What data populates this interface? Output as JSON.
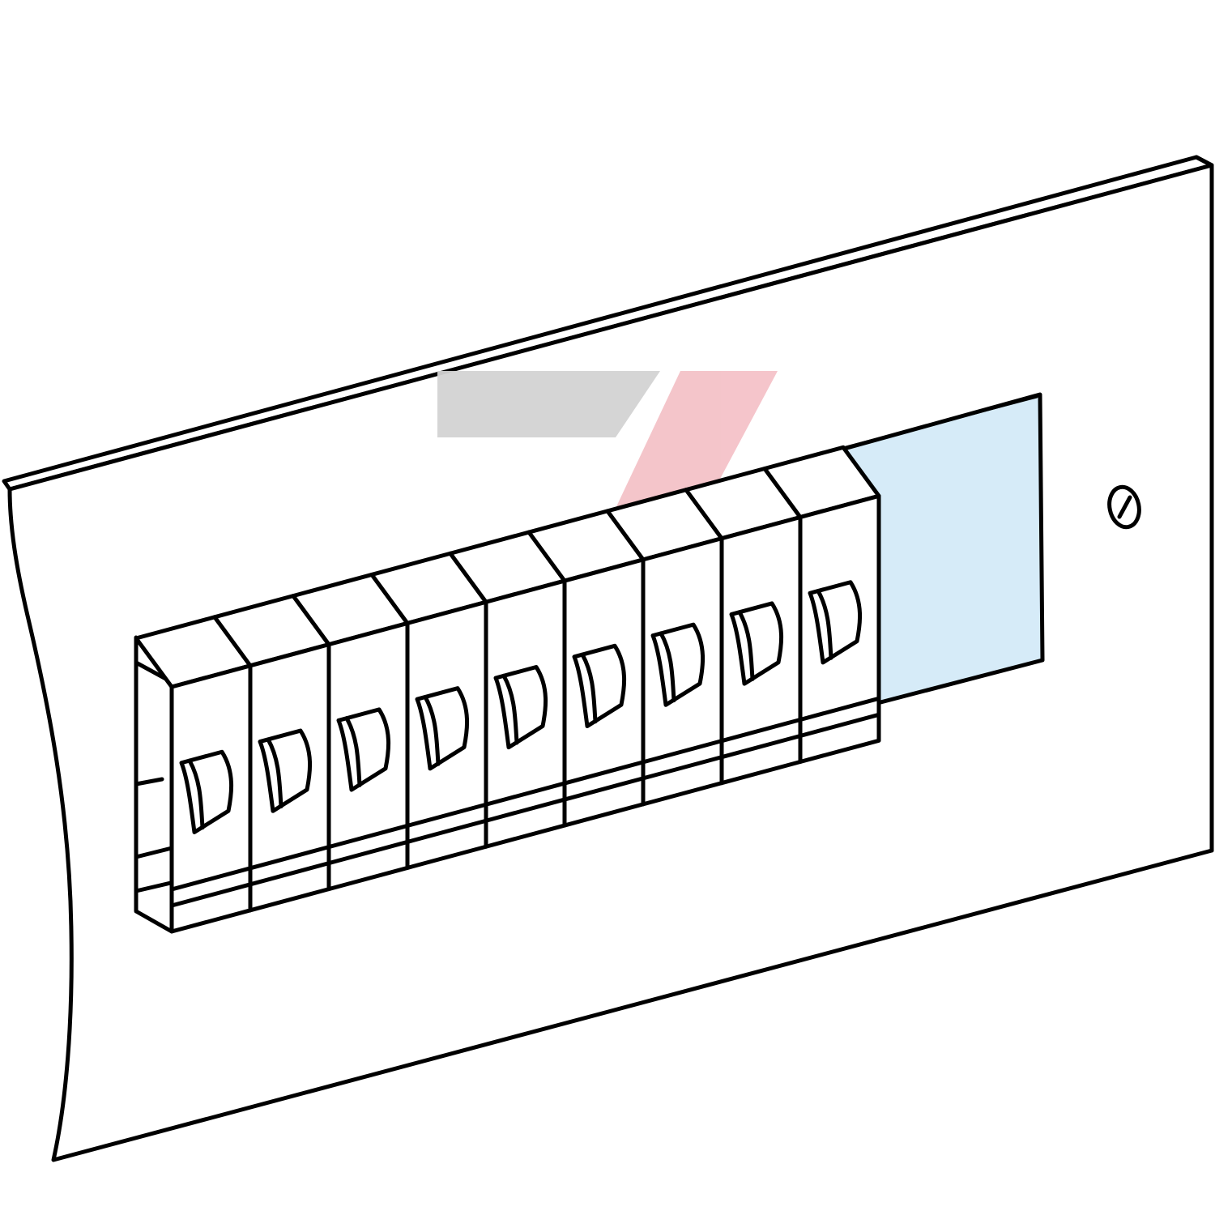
{
  "diagram": {
    "subject": "cover-plate-with-modular-breakers",
    "breaker_count": 9,
    "colors": {
      "outline": "#000000",
      "panel": "#ffffff",
      "blank_window": "#d6ebf8",
      "watermark_gray": "#d3d3d3",
      "watermark_red": "#f4c2c8"
    },
    "icons": {
      "fixing_screw": "screw-icon",
      "watermark": "lightning-z-logo"
    }
  }
}
